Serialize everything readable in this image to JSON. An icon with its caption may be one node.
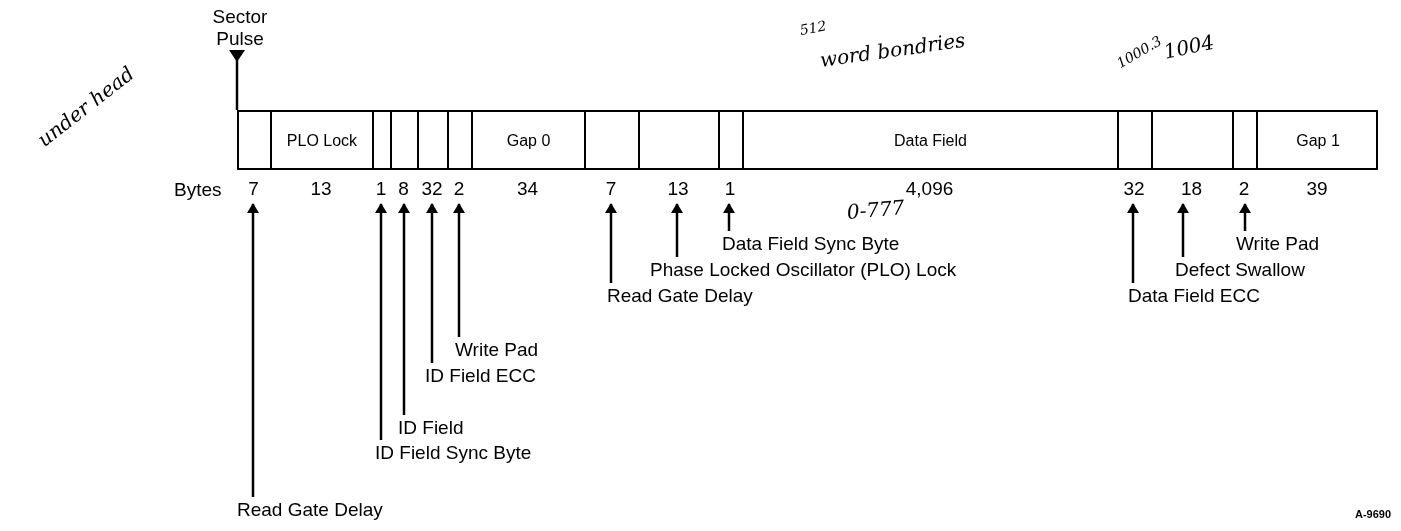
{
  "diagram": {
    "nodes": [
      {
        "text": [
          "Sector Pulse"
        ]
      },
      {
        "text": [],
        "shape": "bar"
      },
      {
        "text": [],
        "shape": "box",
        "in": 1,
        "beside": [
          "7"
        ]
      },
      {
        "text": [
          "PLO Lock"
        ],
        "in": 1,
        "beside": [
          "13"
        ]
      },
      {
        "text": [],
        "shape": "box",
        "in": 1,
        "beside": [
          "1"
        ]
      },
      {
        "text": [],
        "shape": "box",
        "in": 1,
        "beside": [
          "8"
        ]
      },
      {
        "text": [],
        "shape": "box",
        "in": 1,
        "beside": [
          "32"
        ]
      },
      {
        "text": [],
        "shape": "box",
        "in": 1,
        "beside": [
          "2"
        ]
      },
      {
        "text": [
          "Gap 0"
        ],
        "in": 1,
        "beside": [
          "34"
        ]
      },
      {
        "text": [],
        "shape": "box",
        "in": 1,
        "beside": [
          "7"
        ]
      },
      {
        "text": [],
        "shape": "box",
        "in": 1,
        "beside": [
          "13"
        ]
      },
      {
        "text": [],
        "shape": "box",
        "in": 1,
        "beside": [
          "1"
        ]
      },
      {
        "text": [
          "Data Field"
        ],
        "in": 1,
        "beside": [
          "4,096"
        ]
      },
      {
        "text": [],
        "shape": "box",
        "in": 1,
        "beside": [
          "32"
        ]
      },
      {
        "text": [],
        "shape": "box",
        "in": 1,
        "beside": [
          "18"
        ]
      },
      {
        "text": [],
        "shape": "box",
        "in": 1,
        "beside": [
          "2"
        ]
      },
      {
        "text": [
          "Gap 1"
        ],
        "in": 1,
        "beside": [
          "39"
        ]
      },
      {
        "text": [
          "Data Field Sync Byte"
        ]
      },
      {
        "text": [
          "Write Pad"
        ]
      },
      {
        "text": [
          "Phase Locked Oscillator (PLO) Lock"
        ]
      },
      {
        "text": [
          "Defect Swallow"
        ]
      },
      {
        "text": [
          "Read Gate Delay"
        ]
      },
      {
        "text": [
          "Data Field ECC"
        ]
      },
      {
        "text": [
          "Write Pad"
        ]
      },
      {
        "text": [
          "ID Field ECC"
        ]
      },
      {
        "text": [
          "ID Field"
        ]
      },
      {
        "text": [
          "ID Field Sync Byte"
        ]
      },
      {
        "text": [
          "Read Gate Delay"
        ]
      }
    ],
    "edges": [
      {
        "from": 1,
        "to": 0,
        "arrow": "other"
      },
      {
        "from": 17,
        "to": 11,
        "arrow": "to"
      },
      {
        "from": 18,
        "to": 15,
        "arrow": "to"
      },
      {
        "from": 19,
        "to": 10,
        "arrow": "to"
      },
      {
        "from": 20,
        "to": 14,
        "arrow": "to"
      },
      {
        "from": 21,
        "to": 9,
        "arrow": "to"
      },
      {
        "from": 22,
        "to": 13,
        "arrow": "to"
      },
      {
        "from": 23,
        "to": 7,
        "arrow": "to"
      },
      {
        "from": 24,
        "to": 6,
        "arrow": "to"
      },
      {
        "from": 25,
        "to": 5,
        "arrow": "to"
      },
      {
        "from": 26,
        "to": 4,
        "arrow": "to"
      },
      {
        "from": 27,
        "to": 2,
        "arrow": "to"
      }
    ],
    "labels": [
      "512",
      "word bondries",
      "1000.3",
      "1004",
      "under head",
      "Bytes",
      "0-777",
      "A-9690"
    ]
  }
}
